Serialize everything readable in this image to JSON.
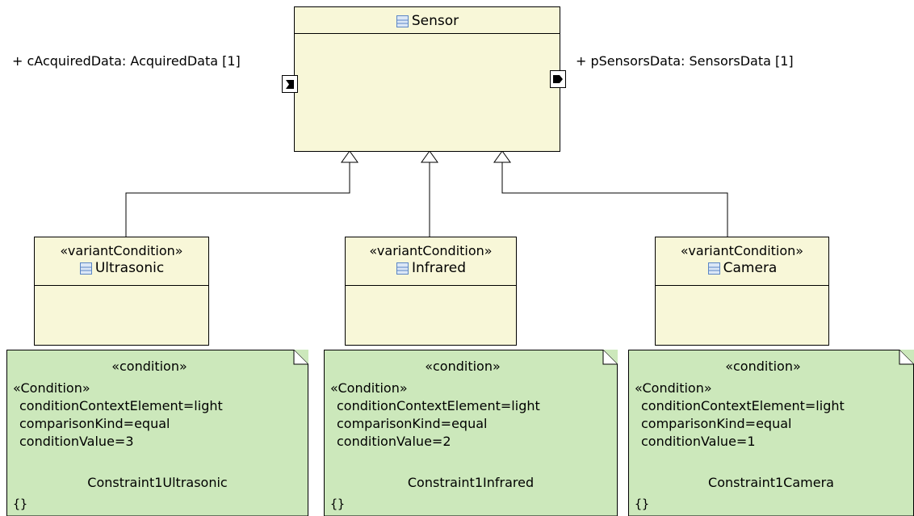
{
  "sensor": {
    "name": "Sensor",
    "port_left": "+ cAcquiredData: AcquiredData [1]",
    "port_right": "+ pSensorsData: SensorsData [1]"
  },
  "variants": [
    {
      "stereotype": "«variantCondition»",
      "name": "Ultrasonic"
    },
    {
      "stereotype": "«variantCondition»",
      "name": "Infrared"
    },
    {
      "stereotype": "«variantCondition»",
      "name": "Camera"
    }
  ],
  "constraints": [
    {
      "keyword": "«condition»",
      "stereotype": "«Condition»",
      "props": [
        "conditionContextElement=light",
        "comparisonKind=equal",
        "conditionValue=3"
      ],
      "name": "Constraint1Ultrasonic",
      "body": "{}"
    },
    {
      "keyword": "«condition»",
      "stereotype": "«Condition»",
      "props": [
        "conditionContextElement=light",
        "comparisonKind=equal",
        "conditionValue=2"
      ],
      "name": "Constraint1Infrared",
      "body": "{}"
    },
    {
      "keyword": "«condition»",
      "stereotype": "«Condition»",
      "props": [
        "conditionContextElement=light",
        "comparisonKind=equal",
        "conditionValue=1"
      ],
      "name": "Constraint1Camera",
      "body": "{}"
    }
  ],
  "icons": {
    "class": "class-icon",
    "port_in": "port-in-icon",
    "port_out": "port-out-icon",
    "generalization": "generalization-arrow-icon"
  },
  "colors": {
    "class_fill": "#f8f7d8",
    "note_fill": "#cce8bb",
    "icon_blue": "#5b86c5"
  }
}
